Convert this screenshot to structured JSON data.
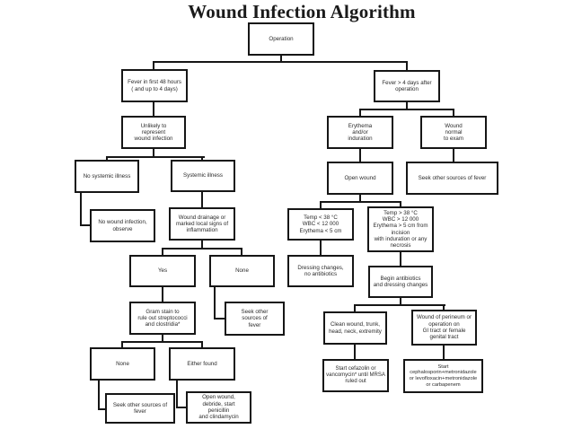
{
  "title": "Wound Infection Algorithm",
  "diagram": {
    "type": "flowchart",
    "nodes": [
      {
        "id": "operation",
        "lines": [
          "Operation"
        ]
      },
      {
        "id": "fever48",
        "lines": [
          "Fever in first 48 hours",
          "( and up to 4 days)"
        ]
      },
      {
        "id": "fever4d",
        "lines": [
          "Fever > 4 days after",
          "operation"
        ]
      },
      {
        "id": "unlikely",
        "lines": [
          "Unlikely to",
          "represent",
          "wound infection"
        ]
      },
      {
        "id": "erythema",
        "lines": [
          "Erythema",
          "and/or",
          "induration"
        ]
      },
      {
        "id": "woundnormal",
        "lines": [
          "Wound",
          "normal",
          "to exam"
        ]
      },
      {
        "id": "nosystemic",
        "lines": [
          "No systemic illness"
        ]
      },
      {
        "id": "systemic",
        "lines": [
          "Systemic illness"
        ]
      },
      {
        "id": "openwound",
        "lines": [
          "Open wound"
        ]
      },
      {
        "id": "seekright",
        "lines": [
          "Seek other sources of fever"
        ]
      },
      {
        "id": "nowound",
        "lines": [
          "No wound infection,",
          "observe"
        ]
      },
      {
        "id": "drainage",
        "lines": [
          "Wound drainage or",
          "marked local signs of",
          "inflammation"
        ]
      },
      {
        "id": "templow",
        "lines": [
          "Temp < 38 °C",
          "WBC < 12 000",
          "Erythema < 5 cm"
        ]
      },
      {
        "id": "temphigh",
        "lines": [
          "Temp > 38 °C",
          "WBC > 12 000",
          "Erythema > 5 cm from",
          "incision",
          "with induration or any",
          "necrosis"
        ]
      },
      {
        "id": "yes",
        "lines": [
          "Yes"
        ]
      },
      {
        "id": "nonemid",
        "lines": [
          "None"
        ]
      },
      {
        "id": "dressing",
        "lines": [
          "Dressing changes,",
          "no antibiotics"
        ]
      },
      {
        "id": "begin",
        "lines": [
          "Begin antibiotics",
          "and dressing changes"
        ]
      },
      {
        "id": "gramstain",
        "lines": [
          "Gram stain to",
          "rule out streptococci",
          "and clostridia*"
        ]
      },
      {
        "id": "seekmid",
        "lines": [
          "Seek other",
          "sources of",
          "fever"
        ]
      },
      {
        "id": "cleanwound",
        "lines": [
          "Clean wound, trunk,",
          "head, neck, extremity"
        ]
      },
      {
        "id": "perineum",
        "lines": [
          "Wound of perineum or",
          "operation on",
          "GI tract or female",
          "genital tract"
        ]
      },
      {
        "id": "nonebottom",
        "lines": [
          "None"
        ]
      },
      {
        "id": "eitherfound",
        "lines": [
          "Either found"
        ]
      },
      {
        "id": "seekbottom",
        "lines": [
          "Seek other sources of",
          "fever"
        ]
      },
      {
        "id": "opendebride",
        "lines": [
          "Open wound,",
          "debride, start",
          "penicillin",
          "and clindamycin"
        ]
      },
      {
        "id": "cefazolin",
        "lines": [
          "Start cefazolin or",
          "vancomycin* until MRSA",
          "ruled out"
        ]
      },
      {
        "id": "cephalosporin",
        "lines": [
          "Start",
          "cephalosporin+metronidazole",
          "or levofloxacin+metronidazole",
          "or carbapenem"
        ]
      }
    ],
    "edges": [
      {
        "from": "operation",
        "to": "fever48"
      },
      {
        "from": "operation",
        "to": "fever4d"
      },
      {
        "from": "fever48",
        "to": "unlikely"
      },
      {
        "from": "unlikely",
        "to": "nosystemic"
      },
      {
        "from": "unlikely",
        "to": "systemic"
      },
      {
        "from": "nosystemic",
        "to": "nowound"
      },
      {
        "from": "systemic",
        "to": "drainage"
      },
      {
        "from": "drainage",
        "to": "yes"
      },
      {
        "from": "drainage",
        "to": "nonemid"
      },
      {
        "from": "yes",
        "to": "gramstain"
      },
      {
        "from": "nonemid",
        "to": "seekmid"
      },
      {
        "from": "gramstain",
        "to": "nonebottom"
      },
      {
        "from": "gramstain",
        "to": "eitherfound"
      },
      {
        "from": "nonebottom",
        "to": "seekbottom"
      },
      {
        "from": "eitherfound",
        "to": "opendebride"
      },
      {
        "from": "fever4d",
        "to": "erythema"
      },
      {
        "from": "fever4d",
        "to": "woundnormal"
      },
      {
        "from": "erythema",
        "to": "openwound"
      },
      {
        "from": "woundnormal",
        "to": "seekright"
      },
      {
        "from": "openwound",
        "to": "templow"
      },
      {
        "from": "openwound",
        "to": "temphigh"
      },
      {
        "from": "templow",
        "to": "dressing"
      },
      {
        "from": "temphigh",
        "to": "begin"
      },
      {
        "from": "begin",
        "to": "cleanwound"
      },
      {
        "from": "begin",
        "to": "perineum"
      },
      {
        "from": "cleanwound",
        "to": "cefazolin"
      },
      {
        "from": "perineum",
        "to": "cephalosporin"
      }
    ],
    "colors": {
      "line": "#161616",
      "box_border": "#161616",
      "background": "#ffffff",
      "text": "#2b2b2b"
    }
  }
}
